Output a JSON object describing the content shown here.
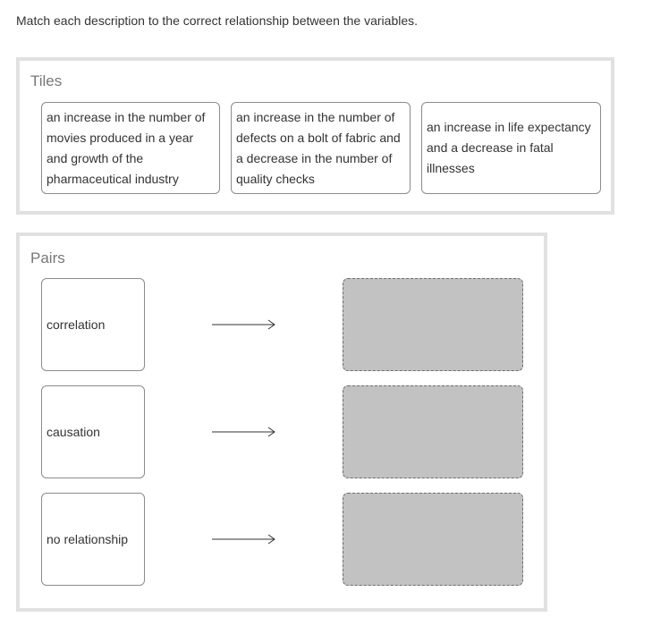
{
  "instructions": "Match each description to the correct relationship between the variables.",
  "tiles_panel": {
    "title": "Tiles",
    "tiles": [
      "an increase in the number of movies produced in a year and growth of the pharmaceutical industry",
      "an increase in the number of defects on a bolt of fabric and a decrease in the number of quality checks",
      "an increase in life expectancy and a decrease in fatal illnesses"
    ]
  },
  "pairs_panel": {
    "title": "Pairs",
    "pairs": [
      {
        "label": "correlation"
      },
      {
        "label": "causation"
      },
      {
        "label": "no relationship"
      }
    ]
  },
  "colors": {
    "panel_border": "#e1e1e1",
    "drop_zone_fill": "#c2c2c2",
    "tile_border": "#8c8c8c",
    "title_text": "#777777"
  },
  "icons": {
    "pair_arrow": "right-arrow-icon"
  }
}
